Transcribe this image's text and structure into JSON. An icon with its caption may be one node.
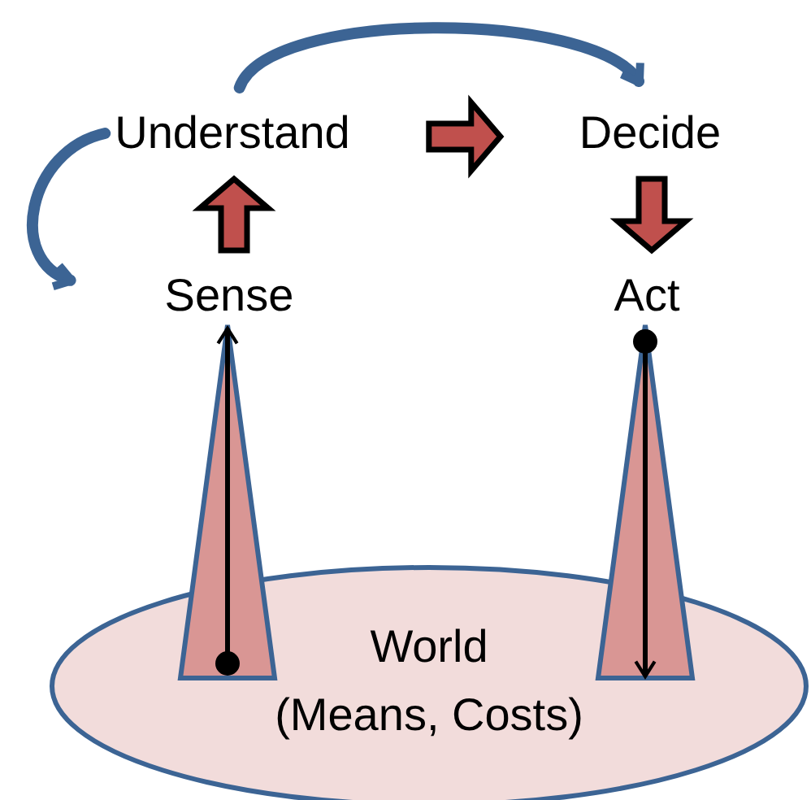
{
  "diagram": {
    "nodes": [
      {
        "text": [
          "Understand"
        ]
      },
      {
        "text": [
          "Decide"
        ]
      },
      {
        "text": [
          "Sense"
        ]
      },
      {
        "text": [
          "Act"
        ]
      },
      {
        "text": [
          "World",
          "(Means, Costs)"
        ]
      }
    ],
    "edges": [
      {
        "from": 0,
        "to": 1,
        "arrow": "to",
        "style": "thick",
        "color": "#c0504d"
      },
      {
        "from": 1,
        "to": 3,
        "arrow": "to",
        "style": "thick",
        "color": "#c0504d"
      },
      {
        "from": 2,
        "to": 0,
        "arrow": "to",
        "style": "thick",
        "color": "#c0504d"
      },
      {
        "from": 0,
        "to": 1,
        "arrow": "to",
        "style": "thick",
        "color": "#3c6494"
      },
      {
        "from": 0,
        "to": 2,
        "arrow": "to",
        "style": "thick",
        "color": "#3c6494"
      },
      {
        "from": 4,
        "to": 2,
        "arrow": "to",
        "color": "#000000"
      },
      {
        "from": 3,
        "to": 4,
        "arrow": "to",
        "color": "#000000"
      }
    ]
  }
}
